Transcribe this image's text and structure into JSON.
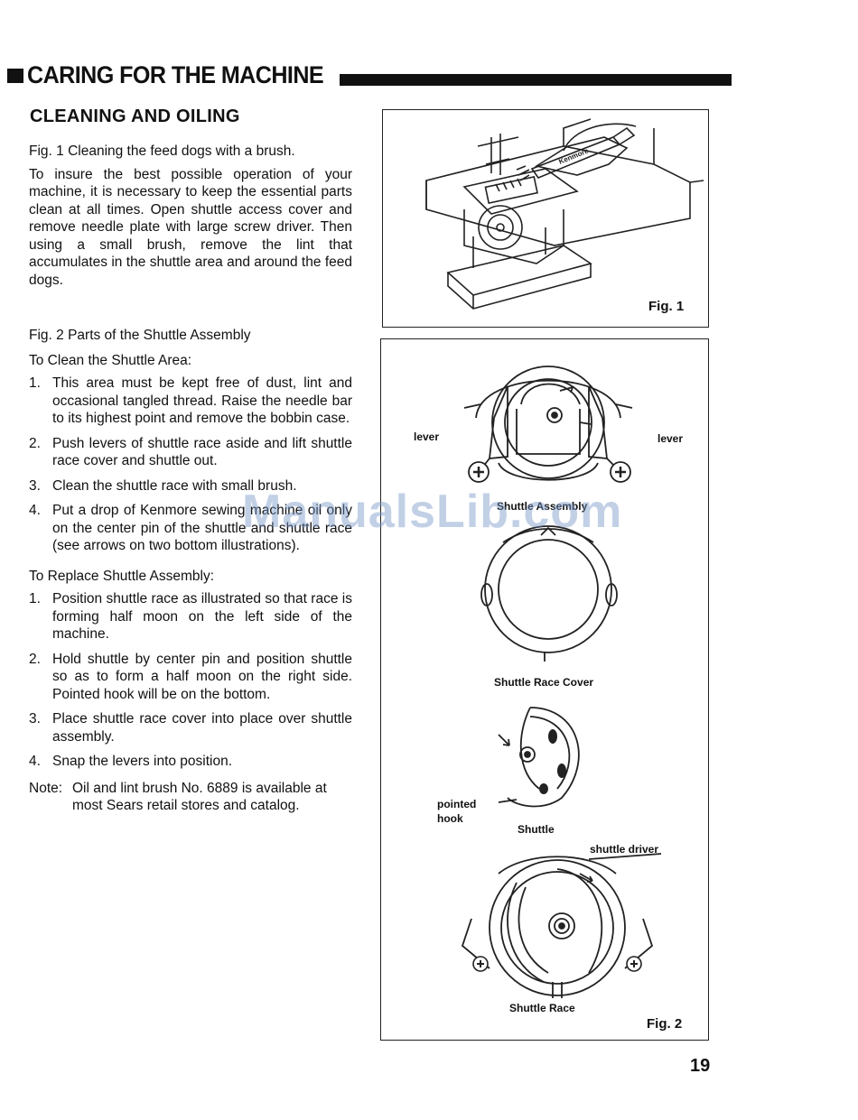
{
  "header": {
    "title": "CARING FOR THE MACHINE"
  },
  "section": {
    "title": "CLEANING AND OILING"
  },
  "fig1_text": {
    "caption": "Fig. 1 Cleaning the feed dogs with a brush.",
    "body": "To insure the best possible operation of your machine, it is necessary to keep the essential parts clean at all times. Open shuttle access cover and remove needle plate with large screw driver. Then using a small brush, remove the lint that accumulates in the shuttle area and around the feed dogs."
  },
  "fig2_text": {
    "caption": "Fig. 2 Parts of the Shuttle Assembly",
    "clean_heading": "To Clean the Shuttle Area:",
    "clean_steps": [
      "This area must be kept free of dust, lint and occasional tangled thread. Raise the needle bar to its highest point and remove the bobbin case.",
      "Push levers of shuttle race aside and lift shuttle race cover and shuttle out.",
      "Clean the shuttle race with small brush.",
      "Put a drop of Kenmore sewing machine oil only on the center pin of the shuttle and shuttle race (see arrows on two bottom illustrations)."
    ],
    "replace_heading": "To Replace Shuttle Assembly:",
    "replace_steps": [
      "Position shuttle race as illustrated so that race is forming half moon on the left side of the machine.",
      "Hold shuttle by center pin and position shuttle so as to form a half moon on the right side. Pointed hook will be on the bottom.",
      "Place shuttle race cover into place over shuttle assembly.",
      "Snap the levers into position."
    ],
    "note_label": "Note:",
    "note_text": "Oil and lint brush No. 6889 is available at most Sears retail stores and catalog."
  },
  "figure1": {
    "label": "Fig. 1",
    "brush_text": "Kenmore"
  },
  "figure2": {
    "label": "Fig. 2",
    "lever_left": "lever",
    "lever_right": "lever",
    "assembly": "Shuttle Assembly",
    "race_cover": "Shuttle Race Cover",
    "pointed_hook_1": "pointed",
    "pointed_hook_2": "hook",
    "shuttle": "Shuttle",
    "shuttle_driver": "shuttle driver",
    "shuttle_race": "Shuttle Race"
  },
  "watermark": "ManualsLib.com",
  "page_number": "19"
}
